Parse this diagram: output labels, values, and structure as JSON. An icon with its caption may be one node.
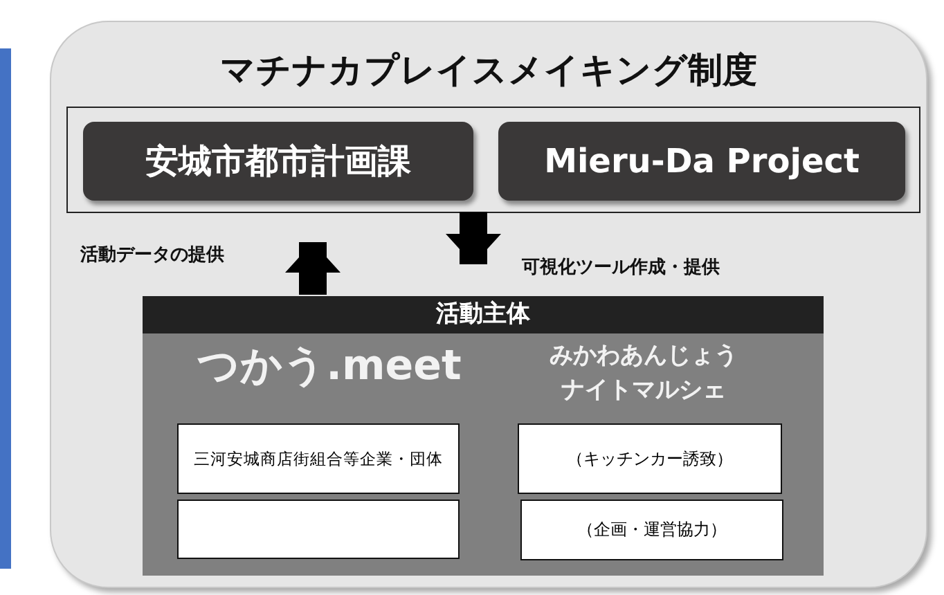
{
  "diagram": {
    "nodes": [
      {
        "text": [
          "マチナカプレイスメイキング制度"
        ]
      },
      {
        "text": [],
        "shape": "box",
        "in": 0
      },
      {
        "text": [
          "安城市都市計画課"
        ],
        "in": 1
      },
      {
        "text": [
          "Mieru-Da Project"
        ],
        "in": 1
      },
      {
        "text": [
          "活動主体",
          "つかう.meet",
          "みかわあんじょうナイトマルシェ"
        ],
        "in": 0
      },
      {
        "text": [
          "三河安城商店街組合等企業・団体"
        ],
        "in": 4
      },
      {
        "text": [],
        "shape": "box",
        "in": 4
      },
      {
        "text": [
          "（キッチンカー誘致）"
        ],
        "in": 4
      },
      {
        "text": [
          "（企画・運営協力）"
        ],
        "in": 4
      }
    ],
    "edges": [
      {
        "from": 4,
        "to": 1,
        "arrow": "to",
        "label": "活動データの提供"
      },
      {
        "from": 1,
        "to": 4,
        "arrow": "to",
        "label": "可視化ツール作成・提供"
      }
    ]
  }
}
